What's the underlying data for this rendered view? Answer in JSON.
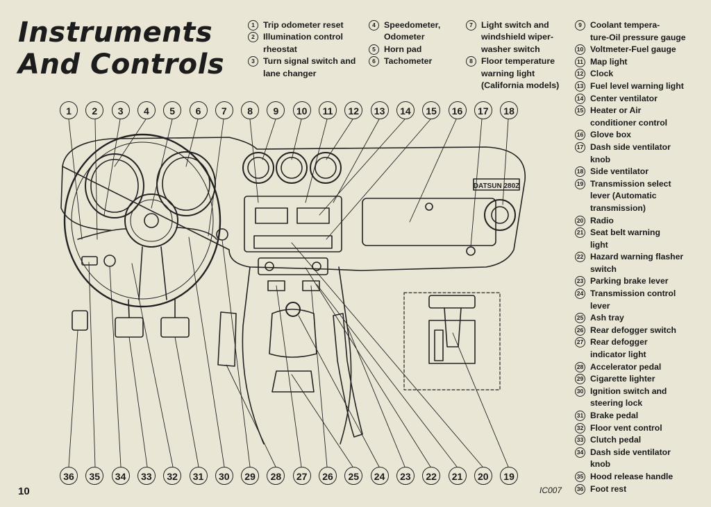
{
  "title_lines": [
    "Instruments",
    "And Controls"
  ],
  "legend_cols": [
    [
      {
        "n": "1",
        "text": "Trip odometer reset"
      },
      {
        "n": "2",
        "text": "Illumination control\nrheostat"
      },
      {
        "n": "3",
        "text": "Turn signal switch and\nlane changer"
      }
    ],
    [
      {
        "n": "4",
        "text": "Speedometer,\nOdometer"
      },
      {
        "n": "5",
        "text": "Horn pad"
      },
      {
        "n": "6",
        "text": "Tachometer"
      }
    ],
    [
      {
        "n": "7",
        "text": "Light switch and\nwindshield wiper-\nwasher switch"
      },
      {
        "n": "8",
        "text": "Floor temperature\nwarning light\n(California models)"
      }
    ],
    [
      {
        "n": "9",
        "text": "Coolant tempera-\nture-Oil pressure gauge"
      },
      {
        "n": "10",
        "text": "Voltmeter-Fuel gauge"
      },
      {
        "n": "11",
        "text": "Map light"
      },
      {
        "n": "12",
        "text": "Clock"
      },
      {
        "n": "13",
        "text": "Fuel level warning light"
      },
      {
        "n": "14",
        "text": "Center ventilator"
      },
      {
        "n": "15",
        "text": "Heater or Air\nconditioner control"
      },
      {
        "n": "16",
        "text": "Glove box"
      },
      {
        "n": "17",
        "text": "Dash side ventilator\nknob"
      },
      {
        "n": "18",
        "text": "Side ventilator"
      },
      {
        "n": "19",
        "text": "Transmission select\nlever (Automatic\ntransmission)"
      },
      {
        "n": "20",
        "text": "Radio"
      },
      {
        "n": "21",
        "text": "Seat belt warning\nlight"
      },
      {
        "n": "22",
        "text": "Hazard warning flasher\nswitch"
      },
      {
        "n": "23",
        "text": "Parking brake lever"
      },
      {
        "n": "24",
        "text": "Transmission control\nlever"
      },
      {
        "n": "25",
        "text": "Ash tray"
      },
      {
        "n": "26",
        "text": "Rear defogger switch"
      },
      {
        "n": "27",
        "text": "Rear defogger\nindicator light"
      },
      {
        "n": "28",
        "text": "Accelerator pedal"
      },
      {
        "n": "29",
        "text": "Cigarette lighter"
      },
      {
        "n": "30",
        "text": "Ignition switch and\nsteering lock"
      },
      {
        "n": "31",
        "text": "Brake pedal"
      },
      {
        "n": "32",
        "text": "Floor vent control"
      },
      {
        "n": "33",
        "text": "Clutch pedal"
      },
      {
        "n": "34",
        "text": "Dash side ventilator\nknob"
      },
      {
        "n": "35",
        "text": "Hood release handle"
      },
      {
        "n": "36",
        "text": "Foot rest"
      }
    ]
  ],
  "top_callouts": [
    "1",
    "2",
    "3",
    "4",
    "5",
    "6",
    "7",
    "8",
    "9",
    "10",
    "11",
    "12",
    "13",
    "14",
    "15",
    "16",
    "17",
    "18"
  ],
  "bottom_callouts": [
    "36",
    "35",
    "34",
    "33",
    "32",
    "31",
    "30",
    "29",
    "28",
    "27",
    "26",
    "25",
    "24",
    "23",
    "22",
    "21",
    "20",
    "19"
  ],
  "badge_text": "DATSUN 280Z",
  "page_number": "10",
  "figure_code": "IC007",
  "colors": {
    "paper": "#e9e6d6",
    "ink": "#1c1c1c"
  }
}
